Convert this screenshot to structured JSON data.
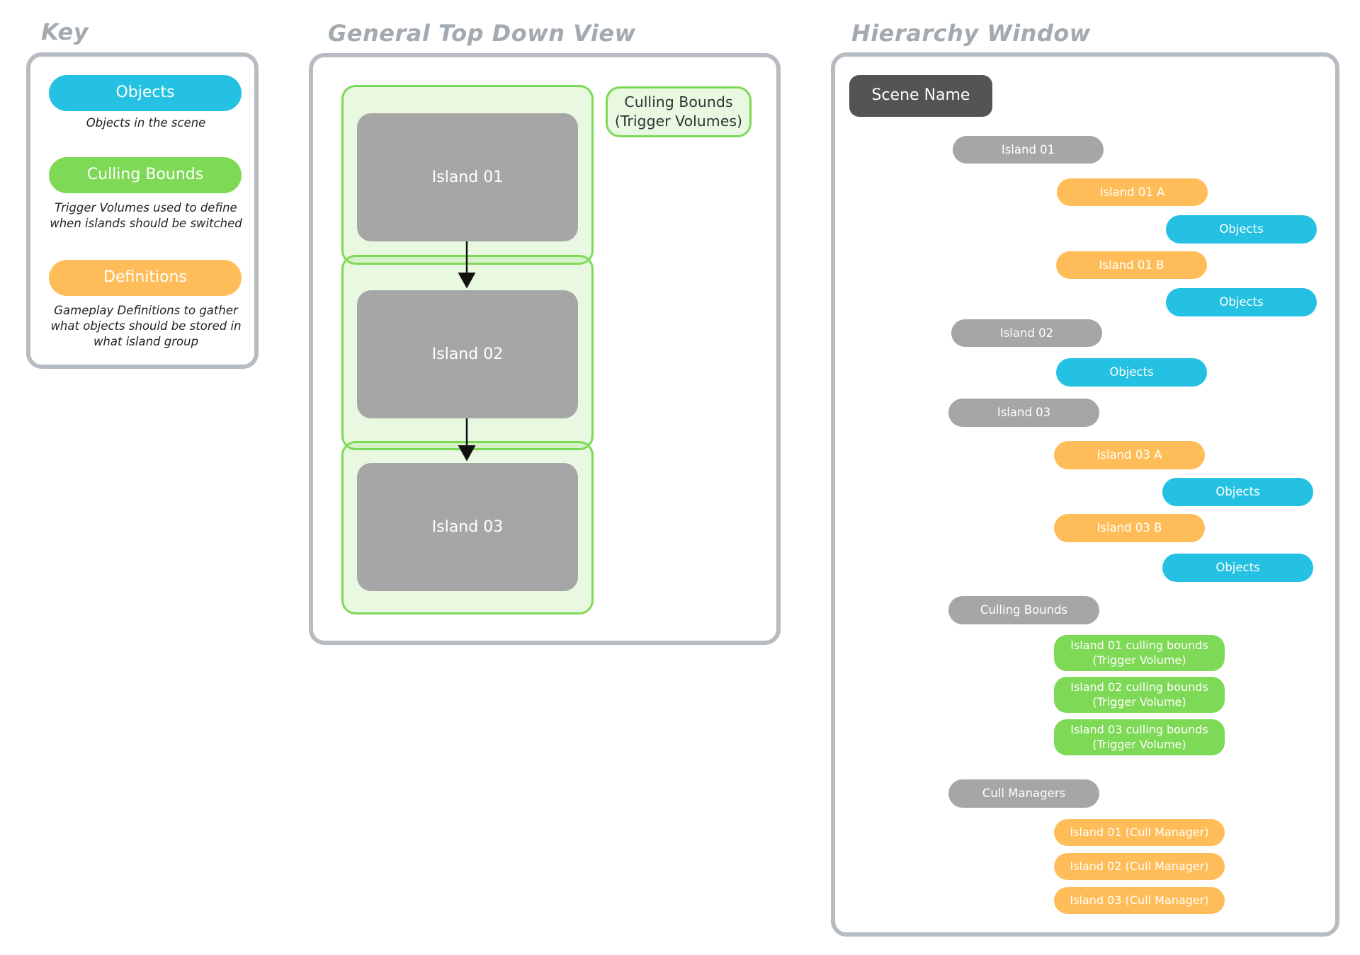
{
  "key": {
    "heading": "Key",
    "items": [
      {
        "label": "Objects",
        "description": "Objects in the scene",
        "color": "#24c1e2"
      },
      {
        "label": "Culling Bounds",
        "description": "Trigger Volumes used to define when islands should be switched",
        "color": "#7ed957"
      },
      {
        "label": "Definitions",
        "description": "Gameplay Definitions to gather what objects should be stored in what island group",
        "color": "#ffbd59"
      }
    ]
  },
  "top_down": {
    "heading": "General Top Down View",
    "legend_label": "Culling Bounds (Trigger Volumes)",
    "islands": [
      "Island 01",
      "Island 02",
      "Island 03"
    ]
  },
  "hierarchy": {
    "heading": "Hierarchy Window",
    "root": "Scene Name",
    "island01": "Island 01",
    "island01a": "Island 01 A",
    "objects_01a": "Objects",
    "island01b": "Island 01 B",
    "objects_01b": "Objects",
    "island02": "Island 02",
    "objects_02": "Objects",
    "island03": "Island 03",
    "island03a": "Island 03 A",
    "objects_03a": "Objects",
    "island03b": "Island 03 B",
    "objects_03b": "Objects",
    "culling_bounds": "Culling Bounds",
    "cb_01": "Island 01 culling bounds (Trigger Volume)",
    "cb_02": "Island 02 culling bounds (Trigger Volume)",
    "cb_03": "Island 03 culling bounds (Trigger Volume)",
    "cull_managers": "Cull Managers",
    "cm_01": "Island 01 (Cull Manager)",
    "cm_02": "Island 02 (Cull Manager)",
    "cm_03": "Island 03 (Cull Manager)"
  }
}
